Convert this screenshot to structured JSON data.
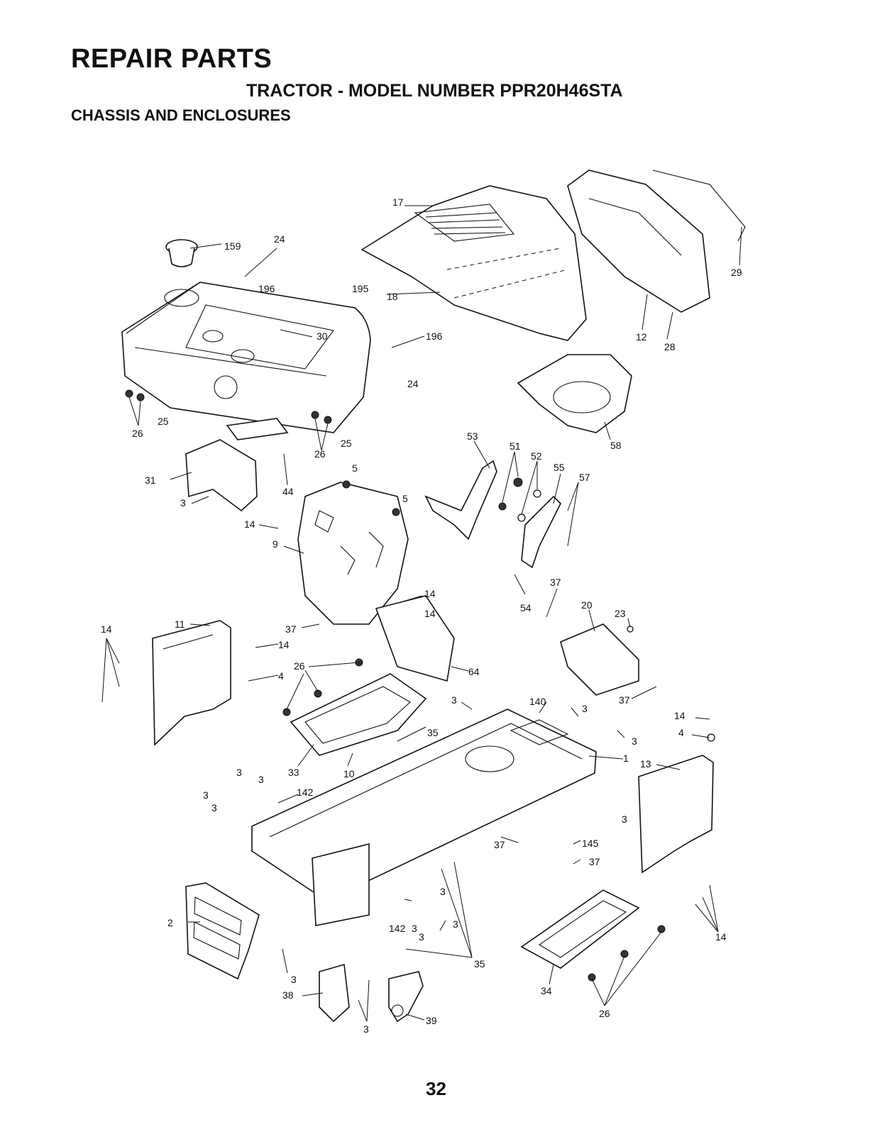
{
  "header": {
    "title": "REPAIR PARTS",
    "subtitle": "TRACTOR - MODEL NUMBER PPR20H46STA",
    "section": "CHASSIS AND ENCLOSURES"
  },
  "callouts": {
    "c159": "159",
    "c24a": "24",
    "c196a": "196",
    "c195": "195",
    "c17": "17",
    "c18": "18",
    "c30": "30",
    "c196b": "196",
    "c29": "29",
    "c12": "12",
    "c28": "28",
    "c24b": "24",
    "c26a": "26",
    "c25a": "25",
    "c26b": "26",
    "c25b": "25",
    "c58": "58",
    "c53": "53",
    "c51": "51",
    "c52": "52",
    "c55": "55",
    "c57": "57",
    "c31": "31",
    "c44": "44",
    "c5a": "5",
    "c5b": "5",
    "c3a": "3",
    "c14a": "14",
    "c9": "9",
    "c14b": "14",
    "c14c": "14",
    "c54": "54",
    "c37a": "37",
    "c20": "20",
    "c23": "23",
    "c14d": "14",
    "c11": "11",
    "c37b": "37",
    "c14e": "14",
    "c64": "64",
    "c26c": "26",
    "c4a": "4",
    "c3b": "3",
    "c140": "140",
    "c3c": "3",
    "c37c": "37",
    "c14f": "14",
    "c4b": "4",
    "c35a": "35",
    "c3d": "3",
    "c1": "1",
    "c13": "13",
    "c33": "33",
    "c10": "10",
    "c3e": "3",
    "c3f": "3",
    "c3g": "3",
    "c3h": "3",
    "c142a": "142",
    "c3i": "3",
    "c37d": "37",
    "c145": "145",
    "c37e": "37",
    "c3j": "3",
    "c2": "2",
    "c142b": "142",
    "c3k": "3",
    "c3l": "3",
    "c3m": "3",
    "c14g": "14",
    "c35b": "35",
    "c3n": "3",
    "c38": "38",
    "c34": "34",
    "c26d": "26",
    "c3o": "3",
    "c39": "39"
  },
  "footer": {
    "page_number": "32"
  }
}
